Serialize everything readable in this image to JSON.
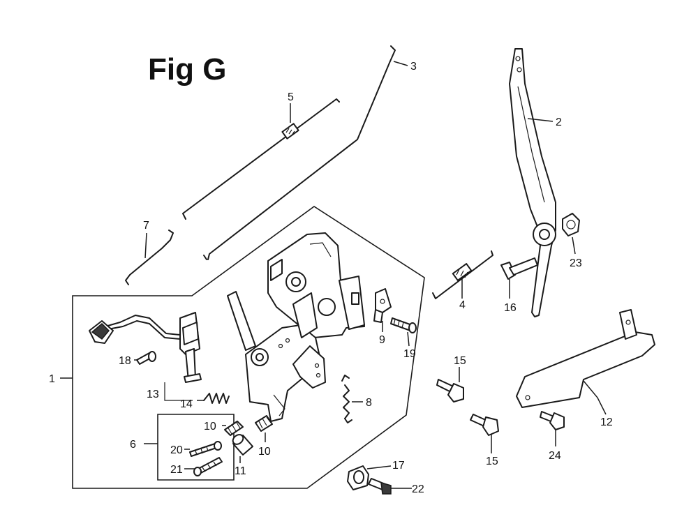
{
  "title": "Fig G",
  "callouts": {
    "c1": "1",
    "c2": "2",
    "c3": "3",
    "c4": "4",
    "c5": "5",
    "c6": "6",
    "c7": "7",
    "c8": "8",
    "c9": "9",
    "c10a": "10",
    "c10b": "10",
    "c11": "11",
    "c12": "12",
    "c13": "13",
    "c14": "14",
    "c15a": "15",
    "c15b": "15",
    "c16": "16",
    "c17": "17",
    "c18": "18",
    "c19": "19",
    "c20": "20",
    "c21": "21",
    "c22": "22",
    "c23": "23",
    "c24": "24"
  }
}
